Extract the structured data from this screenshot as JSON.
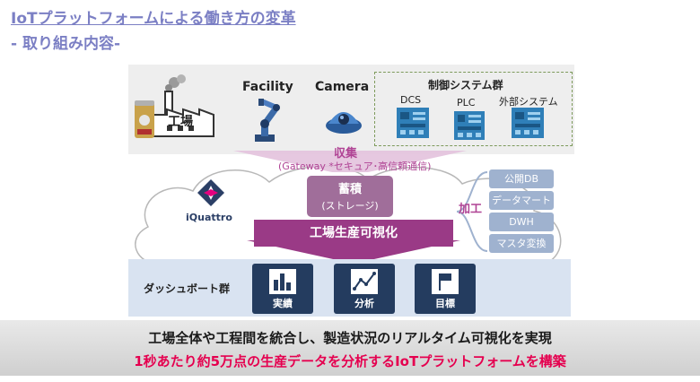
{
  "title": {
    "line1": "IoTプラットフォームによる働き方の変革",
    "line2": "- 取り組み内容-"
  },
  "factory": {
    "label": "工場",
    "icon": "factory-icon"
  },
  "devices": {
    "facility": "Facility",
    "camera": "Camera",
    "control_group": "制御システム群",
    "dcs": "DCS",
    "plc": "PLC",
    "external": "外部システム"
  },
  "collect": {
    "label": "収集",
    "gateway": "(Gateway *セキュア･高信頼通信)"
  },
  "brand": {
    "logo_text": "iQuattro"
  },
  "storage": {
    "title": "蓄積",
    "sub": "(ストレージ)"
  },
  "visualize": {
    "label": "工場生産可視化"
  },
  "processing": {
    "label": "加工",
    "items": [
      "公開DB",
      "データマート",
      "DWH",
      "マスタ変換"
    ]
  },
  "dashboard": {
    "label": "ダッシュボート群",
    "cards": [
      {
        "label": "実績",
        "icon": "bar-chart-icon"
      },
      {
        "label": "分析",
        "icon": "line-chart-icon"
      },
      {
        "label": "目標",
        "icon": "flag-icon"
      }
    ]
  },
  "banner": {
    "line1": "工場全体や工程間を統合し、製造状況のリアルタイム可視化を実現",
    "line2": "1秒あたり約5万点の生産データを分析するIoTプラットフォームを構築"
  },
  "colors": {
    "title": "#7b7fc4",
    "accent_magenta": "#9a3a86",
    "storage": "#a06e9a",
    "processing": "#9fb2cf",
    "dashboard_card": "#243c5f",
    "highlight_red": "#e5004f"
  }
}
